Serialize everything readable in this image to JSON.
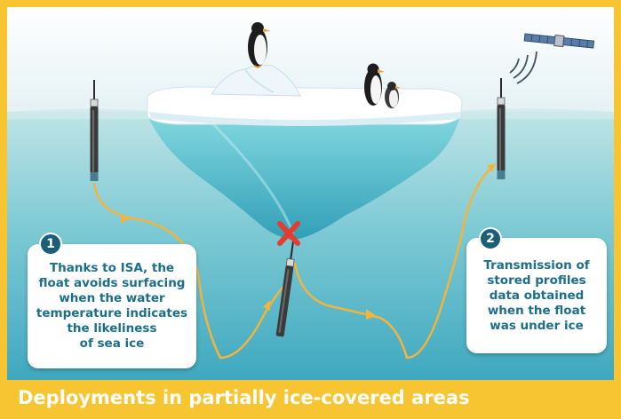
{
  "callout_1": {
    "number": "1",
    "lines": [
      "Thanks to ISA, the",
      "float avoids surfacing",
      "when the water",
      "temperature indicates",
      "the likeliness",
      "of sea ice"
    ]
  },
  "callout_2": {
    "number": "2",
    "lines": [
      "Transmission of",
      "stored profiles",
      "data obtained",
      "when the float",
      "was under ice"
    ]
  },
  "footer": {
    "title": "Deployments in partially ice-covered areas"
  },
  "colors": {
    "frame": "#f7c531",
    "sky": "#eef7f9",
    "sea_surface": "#b5dfe2",
    "sea_deep": "#3fa8bf",
    "iceberg": "#6fd0d8",
    "callout_text": "#1c6f8c",
    "badge": "#1b5e7a",
    "path": "#f2b43d",
    "cross": "#e63c2f"
  },
  "icons": [
    "satellite-icon",
    "signal-waves-icon",
    "penguin-icon",
    "cross-icon",
    "argo-float-icon"
  ]
}
